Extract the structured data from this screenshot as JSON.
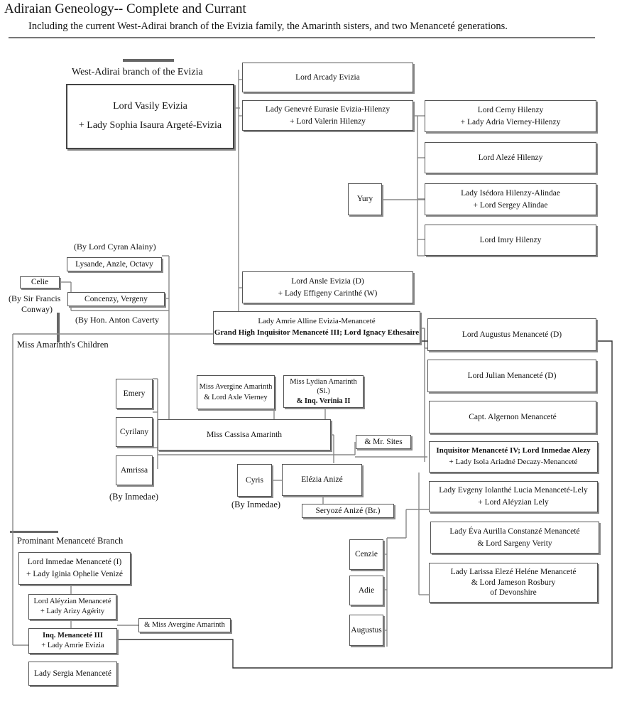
{
  "header": {
    "title": "Adiraian Geneology-- Complete and Currant",
    "subtitle": "Including the current West-Adirai branch of the Evizia family, the Amarinth sisters, and two Menanceté generations."
  },
  "labels": {
    "west_adirai": "West-Adirai branch of the Evizia",
    "by_cyran": "(By Lord Cyran Alainy)",
    "by_francis_1": "(By Sir Francis",
    "by_francis_2": "Conway)",
    "by_anton": "(By Hon. Anton Caverty",
    "amarinth_children": "Miss Amarinth's Children",
    "by_inmedae_1": "(By Inmedae)",
    "by_inmedae_2": "(By Inmedae)",
    "prominant_branch": "Prominant Menanceté  Branch"
  },
  "boxes": {
    "vasily": [
      "Lord Vasily Evizia",
      "+ Lady Sophia Isaura Argeté-Evizia"
    ],
    "arcady": [
      "Lord Arcady Evizia"
    ],
    "genevre": [
      "Lady Genevré Eurasie Evizia-Hilenzy",
      "+ Lord Valerin Hilenzy"
    ],
    "cerny": [
      "Lord Cerny Hilenzy",
      "+ Lady Adria Vierney-Hilenzy"
    ],
    "aleze": [
      "Lord Alezé Hilenzy"
    ],
    "yury": [
      "Yury"
    ],
    "isedora": [
      "Lady Isédora Hilenzy-Alindae",
      "+ Lord Sergey Alindae"
    ],
    "imry": [
      "Lord Imry Hilenzy"
    ],
    "lysande": [
      "Lysande, Anzle, Octavy"
    ],
    "celie": [
      "Celie"
    ],
    "concenzy": [
      "Concenzy, Vergeny"
    ],
    "ansle": [
      "Lord Ansle Evizia (D)",
      "+ Lady Effigeny Carinthé (W)"
    ],
    "amrie_1": "Lady Amrie Alline Evizia-Menanceté",
    "amrie_2": "Grand High Inquisitor Menanceté III; Lord Ignacy Ethesaire",
    "augustus_m": [
      "Lord Augustus Menanceté (D)"
    ],
    "julian": [
      "Lord Julian Menanceté (D)"
    ],
    "algernon": [
      "Capt. Algernon Menanceté"
    ],
    "emery": [
      "Emery"
    ],
    "cyrilany": [
      "Cyrilany"
    ],
    "amrissa": [
      "Amrissa"
    ],
    "avergine": [
      "Miss Avergine Amarinth",
      "& Lord Axle Vierney"
    ],
    "lydian_1": "Miss Lydian Amarinth",
    "lydian_2": "(Si.)",
    "lydian_3": "& Inq. Verinia II",
    "cassisa": [
      "Miss Cassisa Amarinth"
    ],
    "mr_sites": [
      "& Mr. Sites"
    ],
    "inquisitor4_1": "Inquisitor Menanceté IV; Lord Inmedae Alezy",
    "inquisitor4_2": "+ Lady Isola Ariadné Decazy-Menanceté",
    "cyris": [
      "Cyris"
    ],
    "elezia": [
      "Elézia Anizé"
    ],
    "seryoze": [
      "Seryozé Anizé (Br.)"
    ],
    "evgeny": [
      "Lady Evgeny Iolanthé Lucia Menanceté-Lely",
      "+ Lord Aléyzian Lely"
    ],
    "eva": [
      "Lady Éva Aurilla Constanzé Menanceté",
      "& Lord Sargeny Verity"
    ],
    "larissa": [
      "Lady Larissa Elezé Heléne Menanceté",
      "& Lord Jameson Rosbury",
      "of Devonshire"
    ],
    "cenzie": [
      "Cenzie"
    ],
    "adie": [
      "Adie"
    ],
    "augustus_c": [
      "Augustus"
    ],
    "inmedae_i": [
      "Lord Inmedae Menanceté (I)",
      "+ Lady Iginia Ophelie Venizé"
    ],
    "aleyzian_m": [
      "Lord Aléyzian Menanceté",
      "+ Lady Arizy Agérity"
    ],
    "inq3_1": "Inq. Menanceté III",
    "inq3_2": "+ Lady Amrie Evizia",
    "miss_avergine": [
      "& Miss Avergine Amarinth"
    ],
    "sergia": [
      "Lady Sergia Menanceté"
    ]
  }
}
